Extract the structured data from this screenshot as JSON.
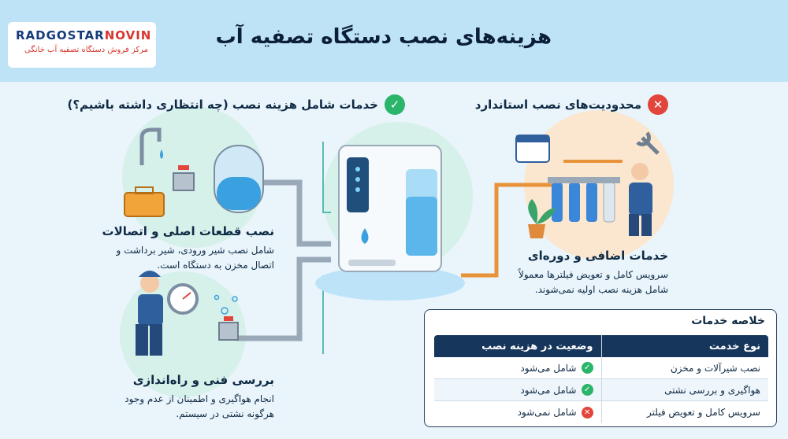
{
  "logo": {
    "brand_a": "RADGOSTAR",
    "brand_b": "NOVIN",
    "tagline": "مرکز فروش دستگاه تصفیه آب خانگی"
  },
  "title": "هزینه‌های نصب دستگاه تصفیه آب",
  "included": {
    "title": "خدمات شامل هزینه نصب (چه انتظاری داشته باشیم؟)",
    "parts": {
      "heading": "نصب قطعات اصلی و اتصالات",
      "line1": "شامل نصب شیر ورودی، شیر برداشت و",
      "line2": "اتصال مخزن به دستگاه است."
    },
    "inspection": {
      "heading": "بررسی فنی و راه‌اندازی",
      "line1": "انجام هواگیری و اطمینان از عدم وجود",
      "line2": "هرگونه نشتی در سیستم."
    }
  },
  "limits": {
    "title": "محدودیت‌های نصب استاندارد",
    "extra": {
      "heading": "خدمات اضافی و دوره‌ای",
      "line1": "سرویس کامل و تعویض فیلترها معمولاً",
      "line2": "شامل هزینه نصب اولیه نمی‌شوند."
    }
  },
  "summary": {
    "title": "خلاصه خدمات",
    "headers": [
      "نوع خدمت",
      "وضعیت در هزینه نصب"
    ],
    "rows": [
      {
        "service": "نصب شیرآلات و مخزن",
        "status": "شامل می‌شود",
        "ok": true
      },
      {
        "service": "هواگیری و بررسی نشتی",
        "status": "شامل می‌شود",
        "ok": true
      },
      {
        "service": "سرویس کامل و تعویض فیلتر",
        "status": "شامل نمی‌شود",
        "ok": false
      }
    ]
  },
  "colors": {
    "ok": "#2bb56a",
    "no": "#e2453b",
    "header": "#16365c",
    "banner": "#bfe3f6"
  }
}
